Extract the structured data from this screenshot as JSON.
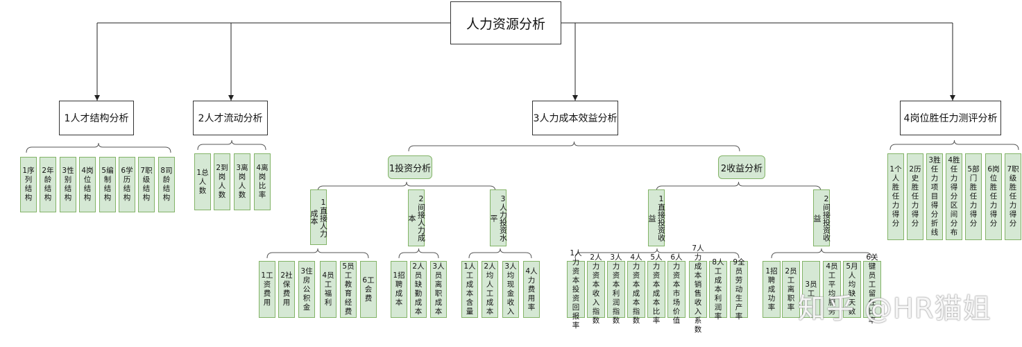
{
  "root": "人力资源分析",
  "watermark": "知乎 @HR猫姐",
  "branches": [
    {
      "label": "1人才结构分析",
      "leaves": [
        "1序列结构",
        "2年龄结构",
        "3性别结构",
        "4岗位结构",
        "5编制结构",
        "6学历结构",
        "7职级结构",
        "8司龄结构"
      ]
    },
    {
      "label": "2人才流动分析",
      "leaves": [
        "1总人数",
        "2到岗人数",
        "3离岗人数",
        "4离岗比率"
      ]
    },
    {
      "label": "3人力成本效益分析",
      "groups": [
        {
          "label": "1投资分析",
          "subs": [
            {
              "label": "1直接人力成本",
              "leaves": [
                "1工资费用",
                "2社保费用",
                "3住房公积金",
                "4员工福利",
                "5员工教育经费",
                "6工会费"
              ]
            },
            {
              "label": "2间接人力成本",
              "leaves": [
                "1招聘成本",
                "2人员缺勤成本",
                "3人员离职成本"
              ]
            },
            {
              "label": "3人力投资水平",
              "leaves": [
                "1人工成本含量",
                "2人均人工成本",
                "3人均现金收入",
                "4人力费用率"
              ]
            }
          ]
        },
        {
          "label": "2收益分析",
          "subs": [
            {
              "label": "1直接投资收益",
              "leaves": [
                "1人力资本投资回报率",
                "2人力资本收入指数",
                "3人力资本利润指数",
                "4人力资本成本指数",
                "5人力资本成本比率",
                "6人力资本市场价值",
                "7人力成本销售收入系数",
                "8人工成本利润率",
                "9全员劳动生产率"
              ]
            },
            {
              "label": "2间接投资收益",
              "leaves": [
                "1招聘成功率",
                "2员工离职率",
                "3员工",
                "4员工平均服务",
                "5月人均缺天数",
                "6关键员工留任比率"
              ]
            }
          ]
        }
      ]
    },
    {
      "label": "4岗位胜任力测评分析",
      "leaves": [
        "1个人胜任力得分",
        "2历史胜任力得分",
        "3胜任力项目得分折线",
        "4胜任力得分区间分布",
        "5部门胜任力得分",
        "6岗位胜任力得分",
        "7职级胜任力得分"
      ]
    }
  ]
}
